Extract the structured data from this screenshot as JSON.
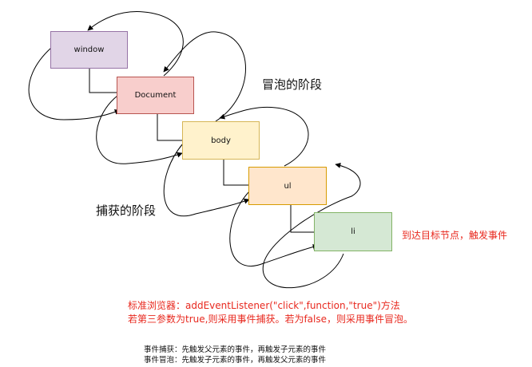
{
  "nodes": [
    {
      "id": "window",
      "label": "window",
      "fill": "#e1d5e7",
      "stroke": "#9673a6"
    },
    {
      "id": "document",
      "label": "Document",
      "fill": "#f8cecc",
      "stroke": "#b85450"
    },
    {
      "id": "body",
      "label": "body",
      "fill": "#fff2cc",
      "stroke": "#d6b656"
    },
    {
      "id": "ul",
      "label": "ul",
      "fill": "#ffe6cc",
      "stroke": "#d79b00"
    },
    {
      "id": "li",
      "label": "li",
      "fill": "#d5e8d4",
      "stroke": "#82b366"
    }
  ],
  "labels": {
    "bubble_phase": "冒泡的阶段",
    "capture_phase": "捕获的阶段",
    "target_reached": "到达目标节点，触发事件",
    "standard_line1": "标准浏览器：addEventListener(\"click\",function,\"true\")方法",
    "standard_line2": "若第三参数为true,则采用事件捕获。若为false，则采用事件冒泡。",
    "capture_desc": "事件捕获：先触发父元素的事件，再触发子元素的事件",
    "bubble_desc": "事件冒泡：先触发子元素的事件，再触发父元素的事件"
  },
  "colors": {
    "arrow": "#000000",
    "annotation": "#e8281e"
  }
}
